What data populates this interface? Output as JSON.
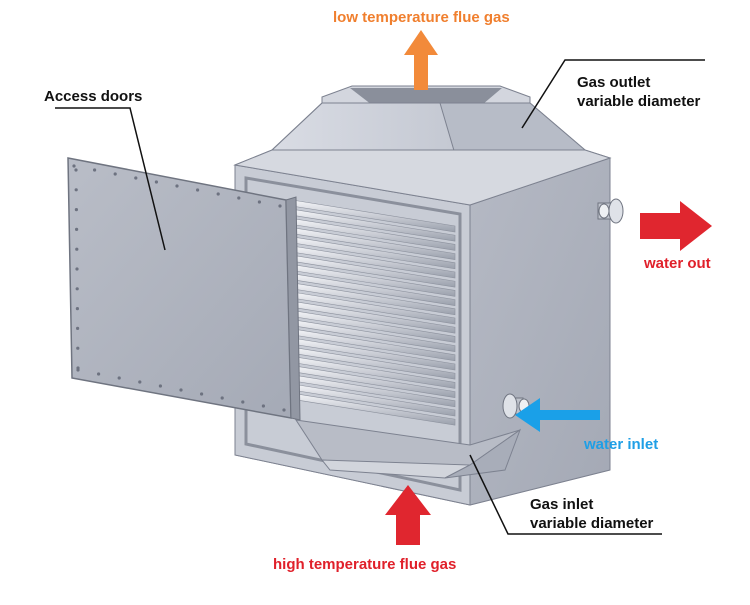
{
  "labels": {
    "low_gas": "low temperature flue gas",
    "gas_outlet_1": "Gas outlet",
    "gas_outlet_2": "variable diameter",
    "access_doors": "Access doors",
    "water_out": "water out",
    "water_inlet": "water inlet",
    "gas_inlet_1": "Gas inlet",
    "gas_inlet_2": "variable diameter",
    "high_gas": "high temperature flue gas"
  },
  "colors": {
    "orange_arrow": "#f28a3a",
    "red_arrow": "#e0262f",
    "blue_arrow": "#1aa0e8",
    "orange_text": "#f07f2e",
    "red_text": "#e0202a",
    "blue_text": "#1e9fe6",
    "dark_text": "#111111"
  }
}
